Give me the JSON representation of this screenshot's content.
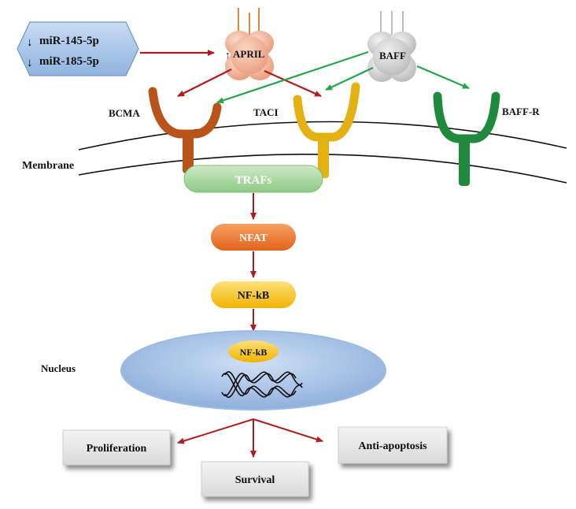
{
  "colors": {
    "red_arrow": "#b01c1c",
    "green_arrow": "#22a64a",
    "bcma": "#b8541a",
    "taci": "#e3b112",
    "baffr": "#1f8a3c",
    "april": "#f4b89e",
    "baff": "#d2d2d2",
    "mirna_box": "#a8c6ea",
    "trafs": "#a9d7a0",
    "nfat": "#ef7b26",
    "nfkb": "#f6c40f",
    "nucleus": "#a7c3e6"
  },
  "mirna": {
    "line1": "miR-145-5p",
    "line2": "miR-185-5p",
    "arrow1": "↓",
    "arrow2": "↓"
  },
  "ligands": {
    "april": {
      "label": "APRIL",
      "arrow": "↑"
    },
    "baff": {
      "label": "BAFF"
    }
  },
  "receptors": {
    "bcma": "BCMA",
    "taci": "TACI",
    "baffr": "BAFF-R"
  },
  "membrane_label": "Membrane",
  "signaling": {
    "trafs": "TRAFs",
    "nfat": "NFAT",
    "nfkb": "NF-kB"
  },
  "nucleus": {
    "label": "Nucleus",
    "nfkb_inside": "NF-kB"
  },
  "outcomes": {
    "proliferation": "Proliferation",
    "survival": "Survival",
    "anti_apoptosis": "Anti-apoptosis"
  }
}
